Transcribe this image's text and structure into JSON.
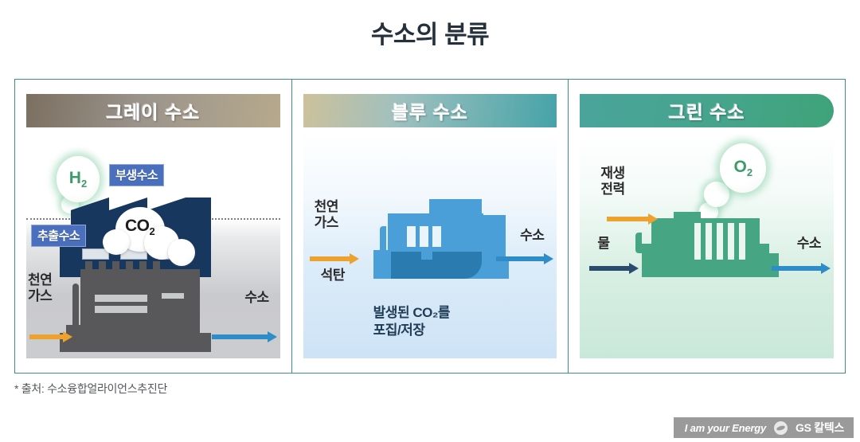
{
  "header": {
    "title": "수소의 분류"
  },
  "panels": [
    {
      "id": "grey-hydrogen",
      "banner_label": "그레이 수소",
      "banner_colors": [
        "#7b6f60",
        "#b6a98c"
      ],
      "tags": [
        {
          "name": "byproduct-hydrogen",
          "label": "부생수소"
        },
        {
          "name": "extracted-hydrogen",
          "label": "추출수소"
        }
      ],
      "molecule": {
        "label": "H2",
        "symbol": "H",
        "subscript": "2",
        "color": "#3f9a6b"
      },
      "emission": {
        "label": "CO2",
        "symbol": "CO",
        "subscript": "2"
      },
      "input": {
        "label": "천연\n가스",
        "arrow_color": "#eda230"
      },
      "output": {
        "label": "수소",
        "arrow_color": "#2e8dc8"
      }
    },
    {
      "id": "blue-hydrogen",
      "banner_label": "블루 수소",
      "banner_colors": [
        "#cdc19b",
        "#45a3a8"
      ],
      "input": {
        "label": "천연\n가스",
        "arrow_color": "#eda230"
      },
      "input2": {
        "label": "석탄"
      },
      "output": {
        "label": "수소",
        "arrow_color": "#2e8dc8"
      },
      "note": "발생된 CO₂를\n포집/저장"
    },
    {
      "id": "green-hydrogen",
      "banner_label": "그린 수소",
      "banner_colors": [
        "#4aa49b",
        "#3ea379"
      ],
      "molecule": {
        "label": "O2",
        "symbol": "O",
        "subscript": "2",
        "color": "#3f9a6b"
      },
      "input": {
        "label": "재생\n전력",
        "arrow_color": "#eda230"
      },
      "input2": {
        "label": "물",
        "arrow_color": "#2a4b6e"
      },
      "output": {
        "label": "수소",
        "arrow_color": "#2e8dc8"
      }
    }
  ],
  "footer": {
    "source": "* 출처: 수소융합얼라이언스추진단",
    "brand_slogan": "I am your Energy",
    "brand_name": "GS 칼텍스"
  }
}
